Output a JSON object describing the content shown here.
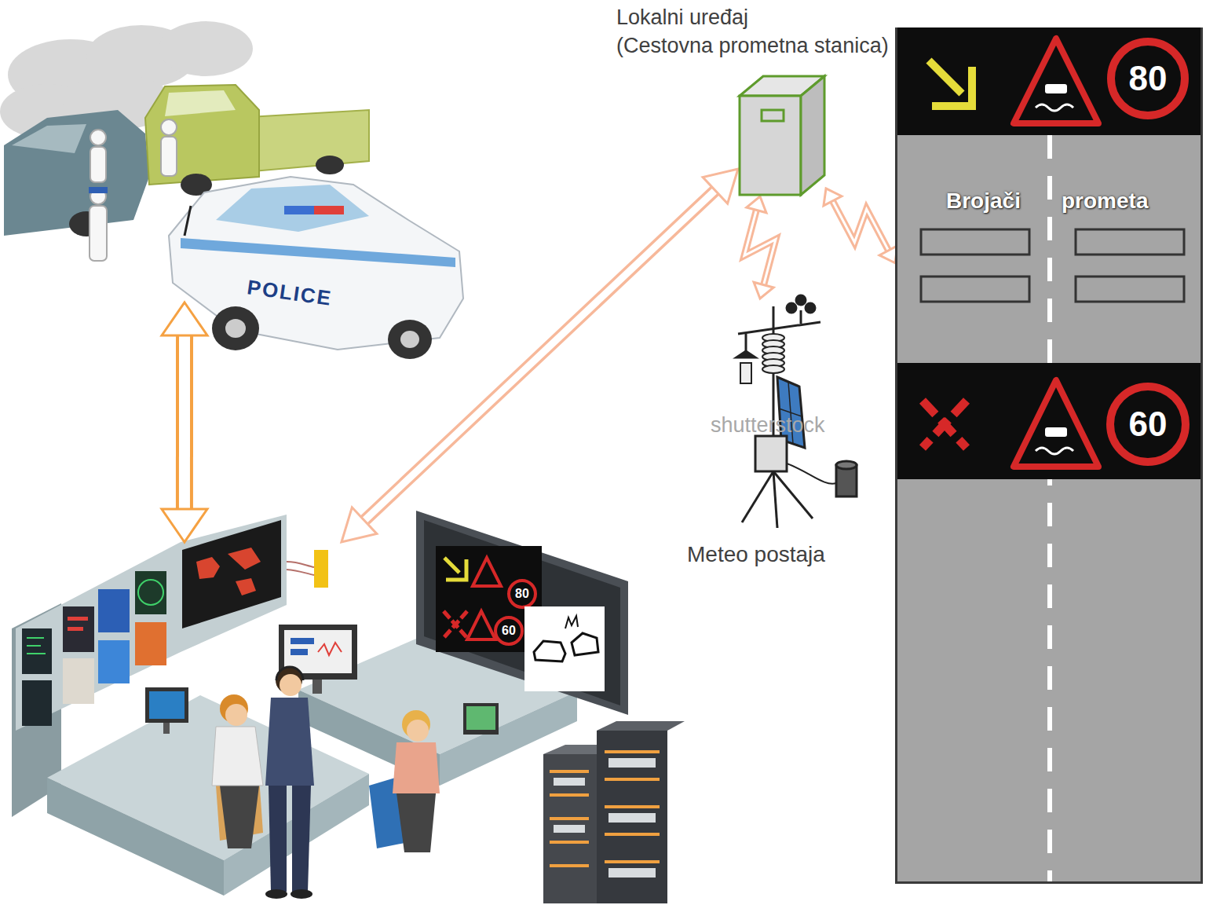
{
  "diagram": {
    "nodes": [
      {
        "text": [
          "POLICE"
        ]
      },
      {
        "text": [
          "80",
          "60"
        ]
      },
      {
        "text": [
          "Lokalni uređaj",
          "(Cestovna prometna stanica)"
        ]
      },
      {
        "text": [
          "Meteo postaja"
        ]
      },
      {
        "text": [
          "Brojači",
          "prometa"
        ]
      },
      {
        "text": [
          "80"
        ],
        "in": 4
      },
      {
        "text": [
          "60"
        ],
        "in": 4
      }
    ],
    "edges": [
      {
        "from": 0,
        "to": 1,
        "arrow": "both"
      },
      {
        "from": 1,
        "to": 2,
        "arrow": "both"
      },
      {
        "from": 2,
        "to": 3,
        "arrow": "both"
      },
      {
        "from": 2,
        "to": 4,
        "arrow": "both"
      }
    ],
    "labels": [
      "shutterstock"
    ]
  }
}
